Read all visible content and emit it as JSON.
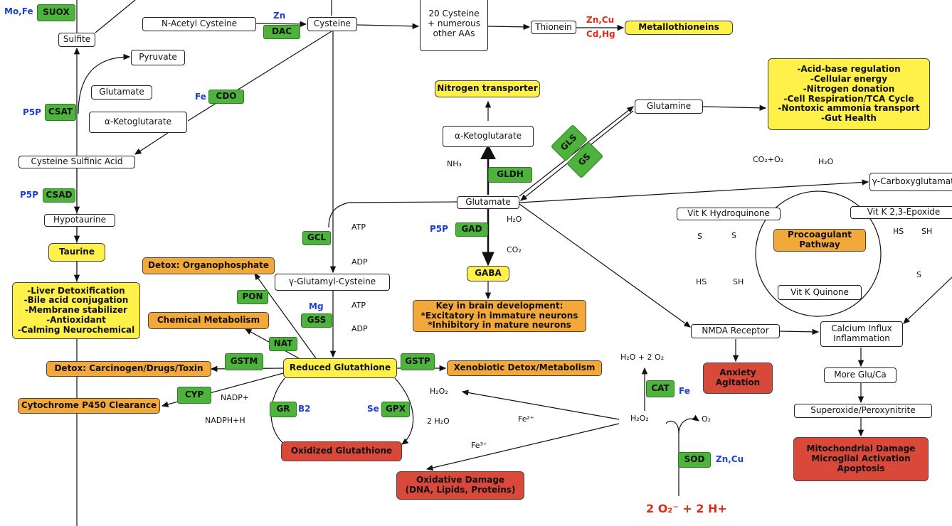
{
  "colors": {
    "enzyme": "#4db33d",
    "highlight": "#fff04a",
    "process": "#f3a93a",
    "damage": "#d9493a",
    "cofactor": "#1d3fd8",
    "metal": "#e02a1a"
  },
  "nodes": {
    "sulfite": "Sulfite",
    "nac": "N-Acetyl Cysteine",
    "cysteine": "Cysteine",
    "aas": "20 Cysteine\n+ numerous\nother AAs",
    "thionein": "Thionein",
    "pyruvate": "Pyruvate",
    "glutamate1": "Glutamate",
    "akg1": "α-Ketoglutarate",
    "csa": "Cysteine Sulfinic Acid",
    "hypotaurine": "Hypotaurine",
    "akg2": "α-Ketoglutarate",
    "glutamine": "Glutamine",
    "glutamate2": "Glutamate",
    "gglu": "γ-Glutamyl-Cysteine",
    "vitkh": "Vit K Hydroquinone",
    "vitke": "Vit K 2,3-Epoxide",
    "gcarb": "γ-Carboxyglutamate",
    "vitkq": "Vit K Quinone",
    "nmda": "NMDA Receptor",
    "calcium": "Calcium Influx\nInflammation",
    "moreglu": "More Glu/Ca",
    "superox": "Superoxide/Peroxynitrite"
  },
  "enzymes": {
    "suox": "SUOX",
    "dac": "DAC",
    "csat": "CSAT",
    "cdo": "CDO",
    "csad": "CSAD",
    "gls": "GLS",
    "gs": "GS",
    "gldh": "GLDH",
    "gad": "GAD",
    "gcl": "GCL",
    "pon": "PON",
    "gss": "GSS",
    "nat": "NAT",
    "gstm": "GSTM",
    "gstp": "GSTP",
    "cyp": "CYP",
    "gr": "GR",
    "gpx": "GPX",
    "cat": "CAT",
    "sod": "SOD"
  },
  "highlights": {
    "metallo": "Metallothioneins",
    "nitrogen": "Nitrogen transporter",
    "acidbase": "-Acid-base regulation\n-Cellular energy\n-Nitrogen donation\n-Cell Respiration/TCA Cycle\n-Nontoxic ammonia transport\n-Gut Health",
    "taurine": "Taurine",
    "liver": "-Liver Detoxification\n-Bile acid conjugation\n-Membrane stabilizer\n-Antioxidant\n-Calming Neurochemical",
    "gaba": "GABA",
    "gsh": "Reduced Glutathione"
  },
  "processes": {
    "organo": "Detox: Organophosphate",
    "chemical": "Chemical Metabolism",
    "carcin": "Detox: Carcinogen/Drugs/Toxin",
    "xeno": "Xenobiotic Detox/Metabolism",
    "p450": "Cytochrome P450 Clearance",
    "procoag": "Procoagulant\nPathway",
    "brain": "Key in brain development:\n*Excitatory in immature neurons\n*Inhibitory in mature neurons"
  },
  "damage": {
    "gssg": "Oxidized Glutathione",
    "oxdmg": "Oxidative Damage\n(DNA, Lipids, Proteins)",
    "anxiety": "Anxiety\nAgitation",
    "mito": "Mitochondrial Damage\nMicroglial Activation\nApoptosis"
  },
  "cofactors": {
    "mofe": "Mo,Fe",
    "zn": "Zn",
    "p5p1": "P5P",
    "fe1": "Fe",
    "p5p2": "P5P",
    "p5p3": "P5P",
    "mg": "Mg",
    "b2": "B2",
    "se": "Se",
    "fe2": "Fe",
    "zncu": "Zn,Cu"
  },
  "metals": {
    "zncu": "Zn,Cu",
    "cdhg": "Cd,Hg",
    "superoxide": "2 O₂⁻ + 2 H+"
  },
  "labels": {
    "nh3": "NH₃",
    "h2o1": "H₂O",
    "co2": "CO₂",
    "atp1": "ATP",
    "adp1": "ADP",
    "atp2": "ATP",
    "adp2": "ADP",
    "nadp": "NADP+",
    "nadph": "NADPH+H",
    "h2o2a": "H₂O₂",
    "h2o2b": "2 H₂O",
    "fe2p": "Fe²⁺",
    "fe3p": "Fe³⁺",
    "h2o2o2": "H₂O + 2 O₂",
    "h2o2c": "H₂O₂",
    "o2": "O₂",
    "co2o2": "CO₂+O₂",
    "h2o3": "H₂O",
    "s1": "S",
    "s2": "S",
    "hs1": "HS",
    "sh1": "SH",
    "hs2": "HS",
    "sh2": "SH",
    "s3": "S"
  }
}
